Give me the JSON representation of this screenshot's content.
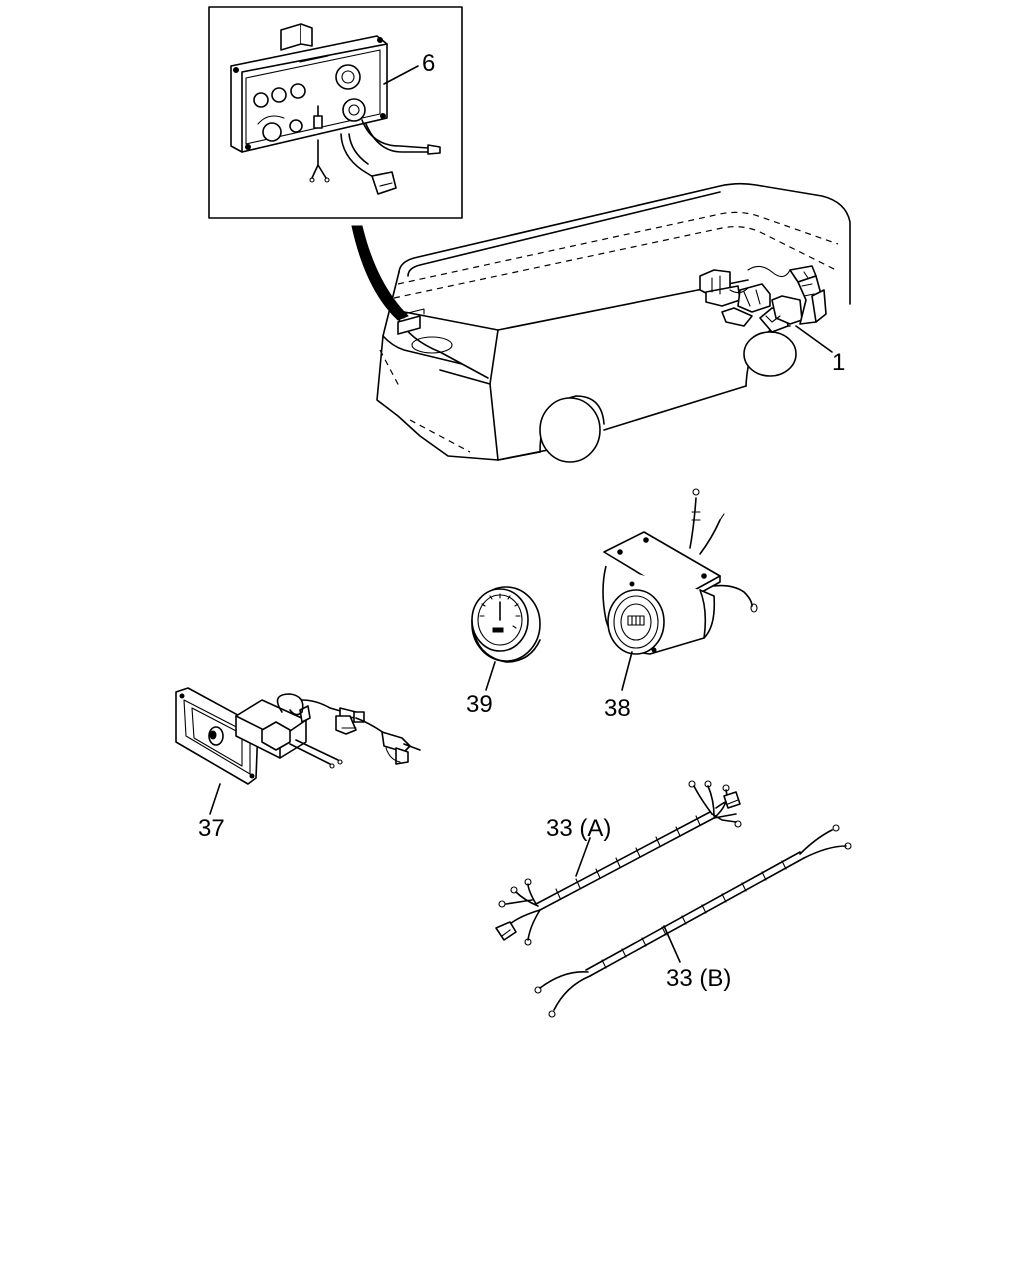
{
  "callouts": {
    "c6": "6",
    "c1": "1",
    "c39": "39",
    "c38": "38",
    "c37": "37",
    "c33a": "33 (A)",
    "c33b": "33 (B)"
  }
}
